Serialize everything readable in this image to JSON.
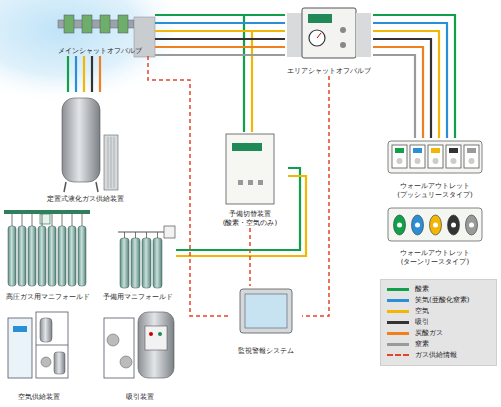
{
  "diagram": {
    "nodes": [
      {
        "text": [
          "メインシャットオフバルブ"
        ]
      },
      {
        "text": [
          "エリアシャットオフバルブ"
        ]
      },
      {
        "text": [
          "ウォールアウトレット",
          "(プッシュリースタイプ)"
        ]
      },
      {
        "text": [
          "ウォールアウトレット",
          "(ターンリースタイプ)"
        ]
      },
      {
        "text": [
          "定置式液化ガス供給装置"
        ]
      },
      {
        "text": [
          "予備切替装置",
          "(酸素・空気のみ)"
        ]
      },
      {
        "text": [
          "高圧ガス用マニフォールド"
        ]
      },
      {
        "text": [
          "予備用マニフォールド"
        ]
      },
      {
        "text": [
          "監視警報システム"
        ]
      },
      {
        "text": [
          "空気供給装置"
        ]
      },
      {
        "text": [
          "吸引装置"
        ]
      }
    ],
    "edges": [
      {
        "from": 0,
        "to": 1,
        "arrow": "none"
      },
      {
        "from": 1,
        "to": 2,
        "arrow": "none"
      },
      {
        "from": 4,
        "to": 0,
        "arrow": "none"
      },
      {
        "from": 7,
        "to": 5,
        "arrow": "none"
      },
      {
        "from": 0,
        "to": 8,
        "arrow": "none"
      },
      {
        "from": 5,
        "to": 8,
        "arrow": "none"
      },
      {
        "from": 1,
        "to": 8,
        "arrow": "none"
      }
    ],
    "legend": [
      {
        "text": "酸素",
        "color": "#11a04a"
      },
      {
        "text": "笑気(亜酸化窒素)",
        "color": "#2b8fd6"
      },
      {
        "text": "空気",
        "color": "#f2b705"
      },
      {
        "text": "吸引",
        "color": "#333333"
      },
      {
        "text": "炭酸ガス",
        "color": "#f07f1e"
      },
      {
        "text": "窒素",
        "color": "#9a9a9a"
      },
      {
        "text": "ガス供給情報"
      }
    ]
  }
}
